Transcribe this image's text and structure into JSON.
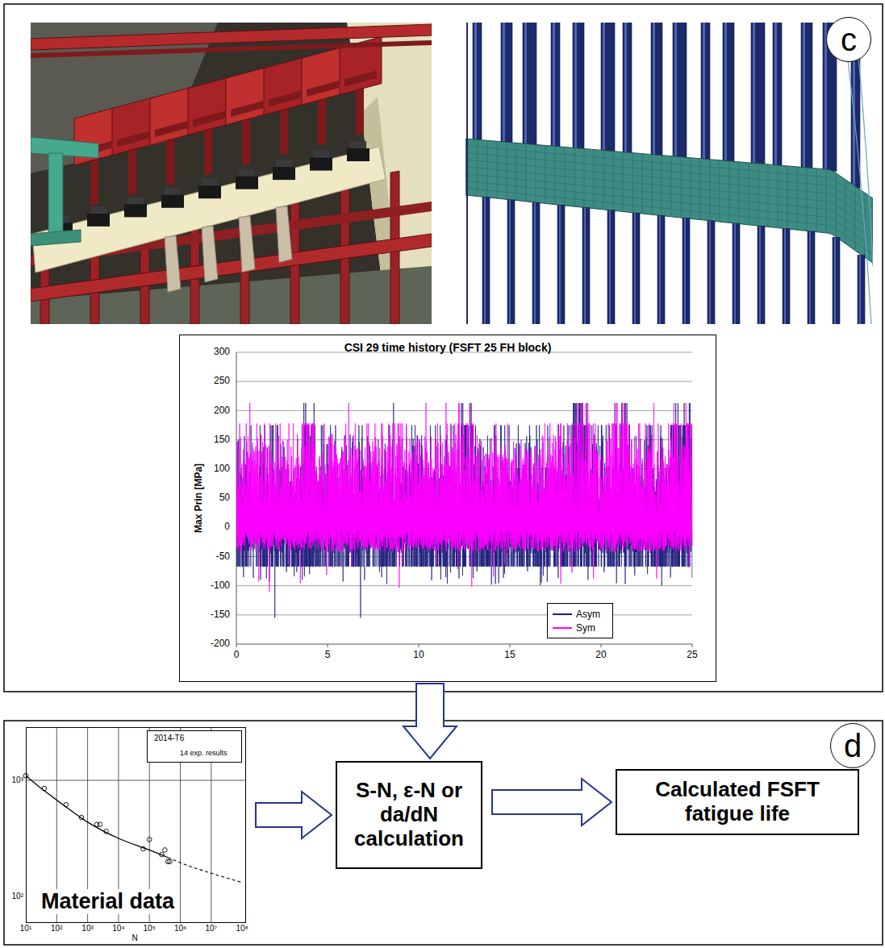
{
  "diagram": {
    "nodes": [
      {
        "text": [
          "c"
        ]
      },
      {
        "text": [
          "CSI 29 time history (FSFT 25 FH block)"
        ]
      },
      {
        "text": [
          "d"
        ]
      },
      {
        "text": [
          "Material data"
        ]
      },
      {
        "text": [
          "2014-T6",
          "14 exp. results"
        ],
        "in": 3
      },
      {
        "text": [
          "S-N, ε-N or da/dN calculation"
        ]
      },
      {
        "text": [
          "Calculated FSFT fatigue life"
        ]
      }
    ],
    "edges": [
      {
        "from": 1,
        "to": 5,
        "arrow": "to"
      },
      {
        "from": 3,
        "to": 5,
        "arrow": "to"
      },
      {
        "from": 5,
        "to": 6,
        "arrow": "to"
      }
    ],
    "labels": [
      "300",
      "250",
      "200",
      "150",
      "100",
      "50",
      "0",
      "-50",
      "-100",
      "-150",
      "-200",
      "0",
      "5",
      "10",
      "15",
      "20",
      "25",
      "Max Prin [MPa]",
      "10³",
      "10²",
      "10¹",
      "10²",
      "10³",
      "10⁴",
      "10⁵",
      "10⁶",
      "10⁷",
      "10⁸",
      "N"
    ],
    "legend": [
      {
        "text": "Asym"
      },
      {
        "text": "Sym"
      }
    ]
  }
}
